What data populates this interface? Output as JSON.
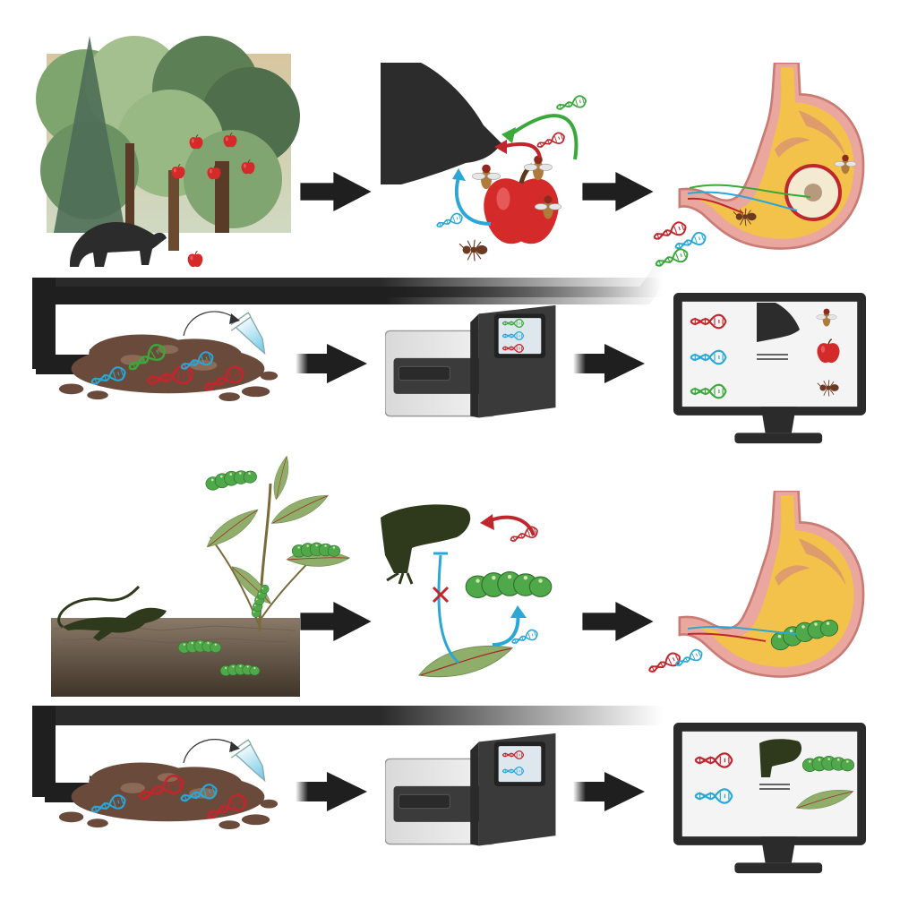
{
  "figure": {
    "pipelines": [
      {
        "id": "bear-pipeline",
        "steps": [
          "forest-habitat",
          "bear-diet",
          "stomach-digestion",
          "fecal-sample",
          "dna-sequencer",
          "results-monitor"
        ],
        "dna_fragment_colors": [
          "#c0272d",
          "#2aa7d6",
          "#3aa83a"
        ],
        "result_items": [
          "dna-red",
          "dna-blue",
          "dna-green",
          "bear-silhouette",
          "fly",
          "apple",
          "ant"
        ]
      },
      {
        "id": "lizard-pipeline",
        "steps": [
          "lizard-habitat",
          "lizard-diet",
          "stomach-digestion",
          "fecal-sample",
          "dna-sequencer",
          "results-monitor"
        ],
        "dna_fragment_colors": [
          "#c0272d",
          "#2aa7d6"
        ],
        "result_items": [
          "dna-red",
          "dna-blue",
          "lizard-silhouette",
          "caterpillar",
          "leaf"
        ]
      }
    ],
    "colors": {
      "arrow": "#1f1f1f",
      "dna_red": "#c0272d",
      "dna_blue": "#2aa7d6",
      "dna_green": "#3aa83a",
      "apple": "#d42a2a",
      "stomach_wall": "#e9a7a0",
      "stomach_inner": "#f2c24a",
      "caterpillar": "#4fa84a",
      "leaf": "#8fae6a",
      "silhouette": "#2c2c2c",
      "lizard": "#2e3a1b",
      "soil": "#6a4a3a",
      "screen_bg": "#f4f4f4"
    }
  }
}
